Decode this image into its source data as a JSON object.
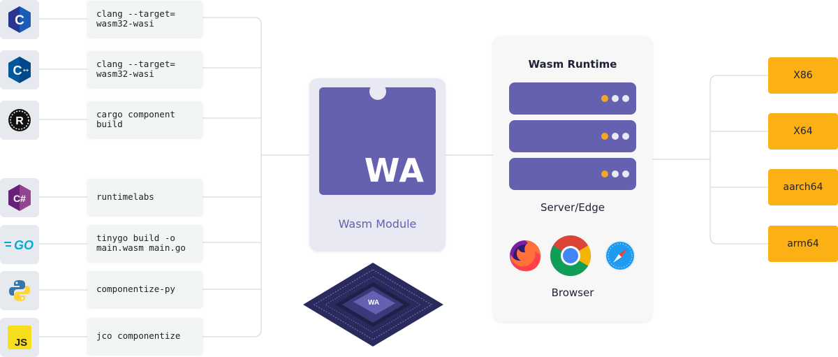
{
  "languages": [
    {
      "icon": "c-icon",
      "command": "clang --target=\nwasm32-wasi"
    },
    {
      "icon": "cpp-icon",
      "command": "clang --target=\nwasm32-wasi"
    },
    {
      "icon": "rust-icon",
      "command": "cargo component\nbuild"
    },
    {
      "icon": "csharp-icon",
      "command": "runtimelabs"
    },
    {
      "icon": "go-icon",
      "command": "tinygo build -o\nmain.wasm main.go"
    },
    {
      "icon": "python-icon",
      "command": "componentize-py"
    },
    {
      "icon": "javascript-icon",
      "command": "jco componentize"
    }
  ],
  "icon_glyphs": {
    "c": "C",
    "cpp": "C",
    "cpp_plus": "++",
    "rust": "R",
    "csharp": "C#",
    "go": "GO",
    "js": "JS"
  },
  "module": {
    "logo_text": "WA",
    "label": "Wasm Module"
  },
  "chip": {
    "logo_text": "WA"
  },
  "runtime": {
    "title": "Wasm Runtime",
    "server_label": "Server/Edge",
    "browser_label": "Browser"
  },
  "browsers": [
    "firefox-icon",
    "chrome-icon",
    "safari-icon"
  ],
  "architectures": [
    "X86",
    "X64",
    "aarch64",
    "arm64"
  ],
  "colors": {
    "wasm_purple": "#6560b0",
    "arch_orange": "#fbb013",
    "dot_orange": "#f5a623",
    "dot_white": "#e9e9f3",
    "wire": "#d7dcdc"
  }
}
